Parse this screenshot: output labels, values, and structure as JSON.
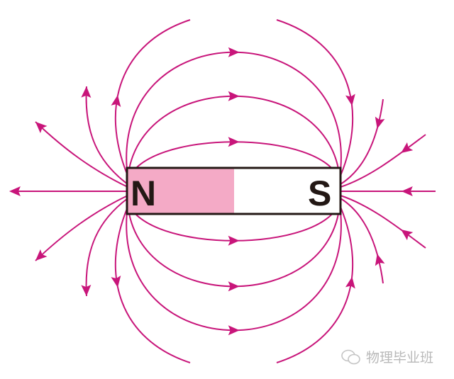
{
  "diagram": {
    "north_label": "N",
    "south_label": "S",
    "colors": {
      "field_line": "#c8157a",
      "north_fill": "#f4aac6",
      "south_fill": "#ffffff",
      "outline": "#231815"
    }
  },
  "watermark": {
    "icon": "wechat-icon",
    "text": "物理毕业班"
  }
}
